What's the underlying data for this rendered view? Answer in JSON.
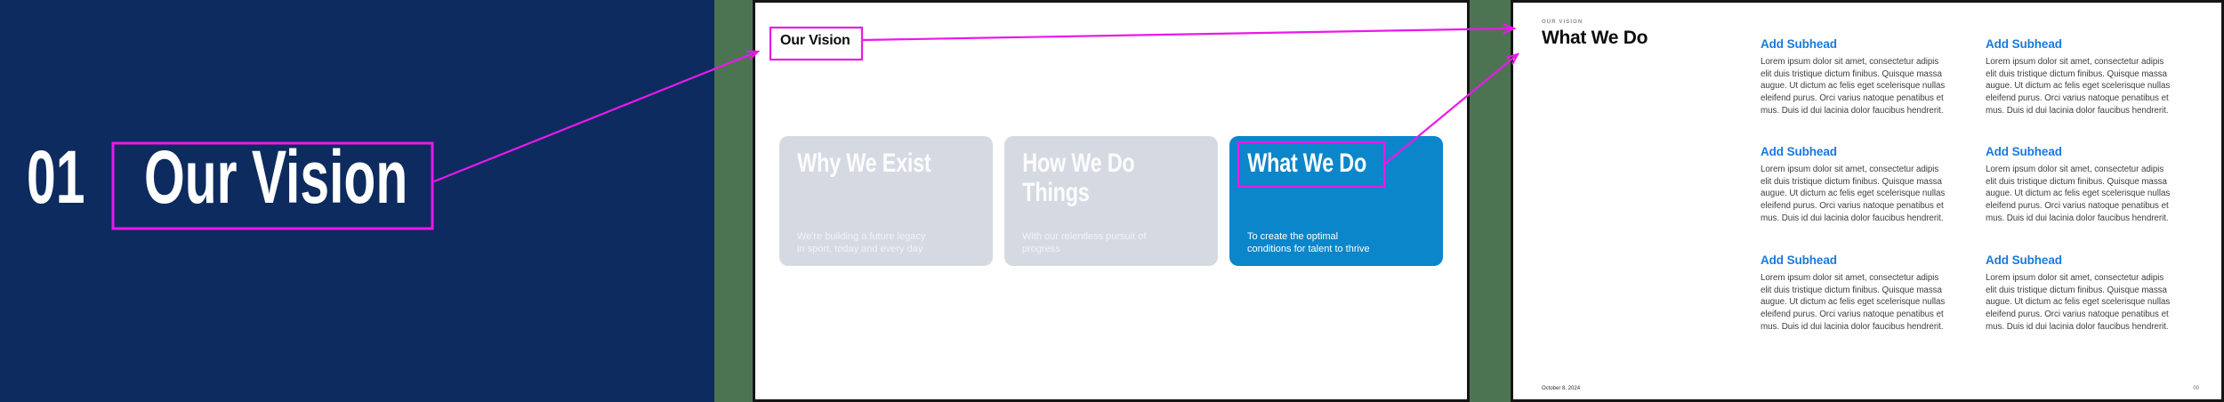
{
  "colors": {
    "navy": "#0d2b5e",
    "canvas-green": "#4d7452",
    "magenta": "#ea19ea",
    "blue-card": "#0b86ca",
    "card-gray": "#d5dae2",
    "subhead-blue": "#1a78e0",
    "eyebrow-gray": "#8c8c8c",
    "body-gray": "#3f3f3f",
    "slide-border": "#151515"
  },
  "left_panel": {
    "number": "01",
    "title": "Our Vision"
  },
  "middle_slide": {
    "title": "Our Vision",
    "cards": [
      {
        "title": "Why We Exist",
        "body_lines": [
          "We're building a future legacy",
          "in sport, today and every day"
        ]
      },
      {
        "title": "How We Do Things",
        "body_lines": [
          "With our relentless pursuit of",
          "progress"
        ]
      },
      {
        "title": "What We Do",
        "body_lines": [
          "To create the optimal",
          "conditions for talent to thrive"
        ]
      }
    ]
  },
  "right_slide": {
    "eyebrow": "OUR VISION",
    "title": "What We Do",
    "date": "October 8, 2024",
    "page_number": "00",
    "subhead_blocks": [
      {
        "label": "Add Subhead",
        "body_lines": [
          "Lorem ipsum dolor sit amet, consectetur adipis",
          "elit duis tristique dictum finibus. Quisque massa",
          "augue. Ut dictum ac felis eget scelerisque nullas",
          "eleifend purus. Orci varius natoque penatibus et",
          "mus. Duis id dui lacinia dolor faucibus hendrerit."
        ]
      },
      {
        "label": "Add Subhead",
        "body_lines": [
          "Lorem ipsum dolor sit amet, consectetur adipis",
          "elit duis tristique dictum finibus. Quisque massa",
          "augue. Ut dictum ac felis eget scelerisque nullas",
          "eleifend purus. Orci varius natoque penatibus et",
          "mus. Duis id dui lacinia dolor faucibus hendrerit."
        ]
      },
      {
        "label": "Add Subhead",
        "body_lines": [
          "Lorem ipsum dolor sit amet, consectetur adipis",
          "elit duis tristique dictum finibus. Quisque massa",
          "augue. Ut dictum ac felis eget scelerisque nullas",
          "eleifend purus. Orci varius natoque penatibus et",
          "mus. Duis id dui lacinia dolor faucibus hendrerit."
        ]
      },
      {
        "label": "Add Subhead",
        "body_lines": [
          "Lorem ipsum dolor sit amet, consectetur adipis",
          "elit duis tristique dictum finibus. Quisque massa",
          "augue. Ut dictum ac felis eget scelerisque nullas",
          "eleifend purus. Orci varius natoque penatibus et",
          "mus. Duis id dui lacinia dolor faucibus hendrerit."
        ]
      },
      {
        "label": "Add Subhead",
        "body_lines": [
          "Lorem ipsum dolor sit amet, consectetur adipis",
          "elit duis tristique dictum finibus. Quisque massa",
          "augue. Ut dictum ac felis eget scelerisque nullas",
          "eleifend purus. Orci varius natoque penatibus et",
          "mus. Duis id dui lacinia dolor faucibus hendrerit."
        ]
      },
      {
        "label": "Add Subhead",
        "body_lines": [
          "Lorem ipsum dolor sit amet, consectetur adipis",
          "elit duis tristique dictum finibus. Quisque massa",
          "augue. Ut dictum ac felis eget scelerisque nullas",
          "eleifend purus. Orci varius natoque penatibus et",
          "mus. Duis id dui lacinia dolor faucibus hendrerit."
        ]
      }
    ]
  }
}
